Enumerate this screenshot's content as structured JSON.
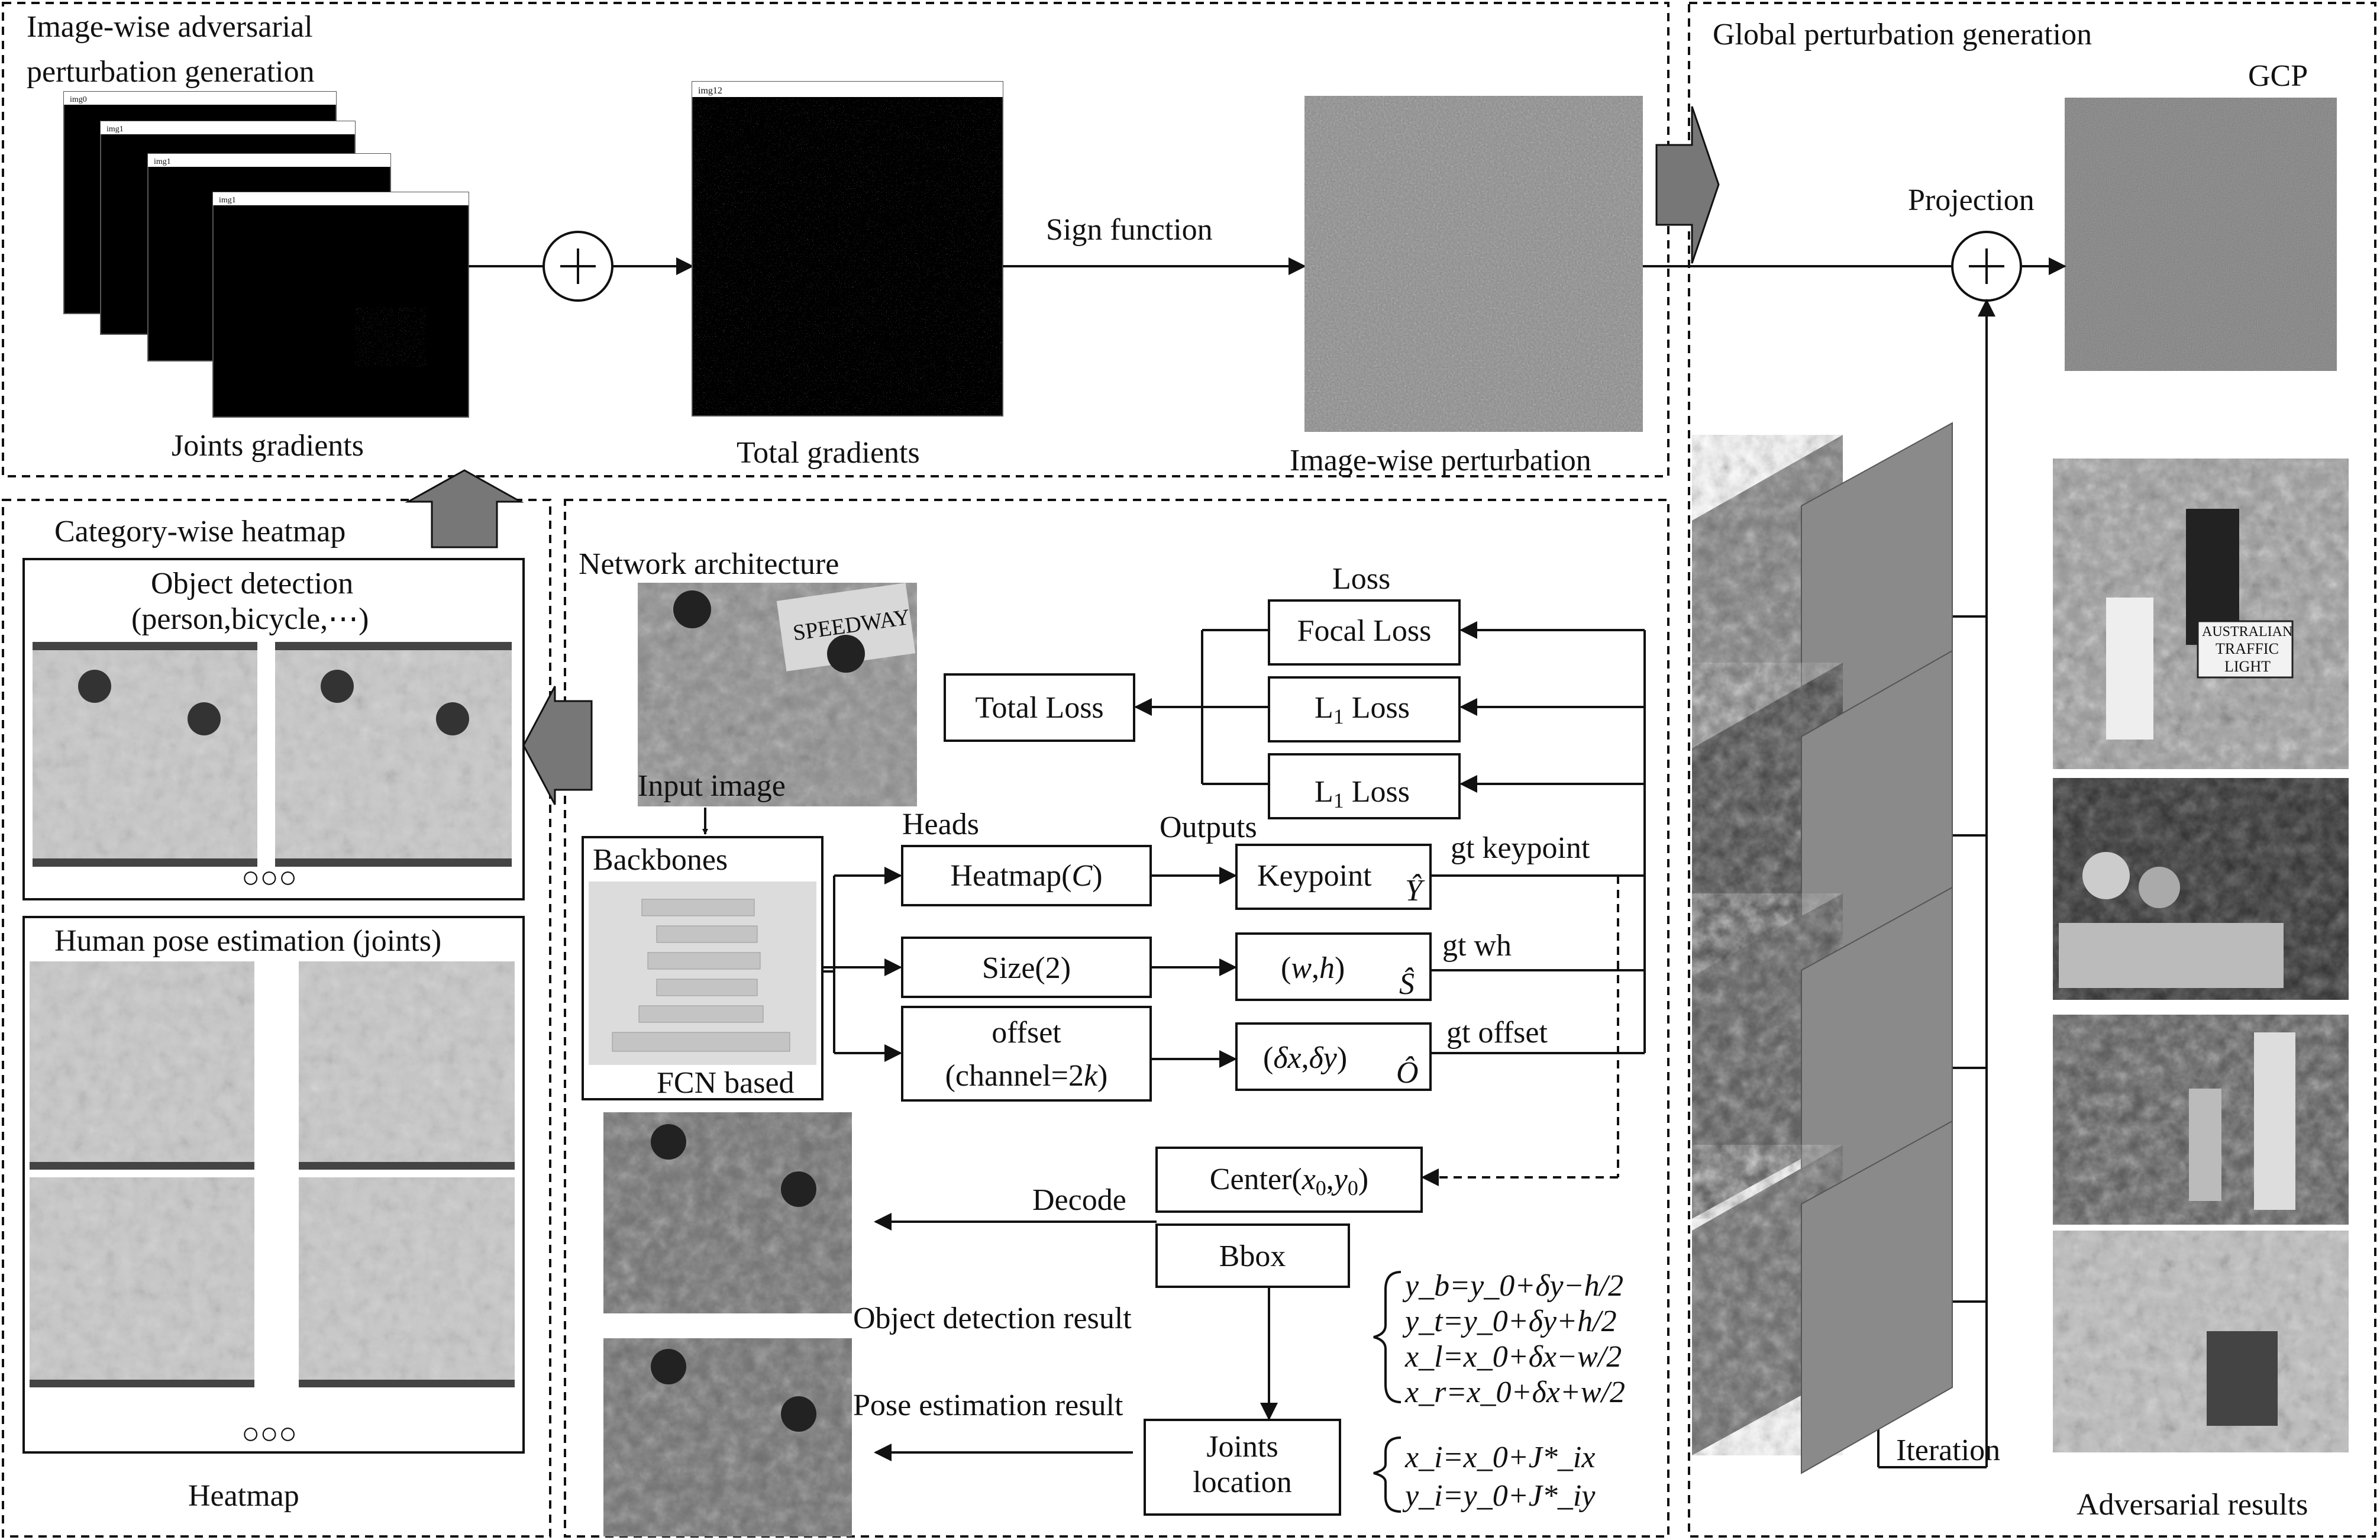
{
  "panel_image_wise": {
    "title_line1": "Image-wise adversarial",
    "title_line2": "perturbation generation",
    "joints_gradients_label": "Joints gradients",
    "total_gradients_label": "Total gradients",
    "sign_function_label": "Sign function",
    "image_wise_perturbation_label": "Image-wise perturbation",
    "window_titles": [
      "img0",
      "img1",
      "img1",
      "img1",
      "img12"
    ]
  },
  "panel_global": {
    "title": "Global perturbation generation",
    "gcp_label": "GCP",
    "projection_label": "Projection",
    "iteration_label": "Iteration",
    "adversarial_results_label": "Adversarial results",
    "sign_text_1": "AUSTRALIAN",
    "sign_text_2": "TRAFFIC",
    "sign_text_3": "LIGHT"
  },
  "panel_heatmap": {
    "title": "Category-wise heatmap",
    "object_detection_title": "Object detection",
    "object_detection_subtitle": "(person,bicycle,⋯)",
    "human_pose_title": "Human pose estimation (joints)",
    "ellipsis_1": "○○○",
    "ellipsis_2": "○○○",
    "heatmap_label": "Heatmap"
  },
  "panel_network": {
    "title": "Network architecture",
    "input_image_label": "Input image",
    "loss_label": "Loss",
    "focal_loss": "Focal Loss",
    "l1_loss_a_pre": "L",
    "l1_loss_a_sub": "1",
    "l1_loss_a_post": " Loss",
    "l1_loss_b_pre": "L",
    "l1_loss_b_sub": "1",
    "l1_loss_b_post": " Loss",
    "total_loss": "Total Loss",
    "heads_label": "Heads",
    "outputs_label": "Outputs",
    "backbones_label": "Backbones",
    "fcn_label": "FCN based",
    "heatmap_head_pre": "Heatmap(",
    "heatmap_head_var": "C",
    "heatmap_head_post": ")",
    "size_head": "Size(2)",
    "offset_head_line1": "offset",
    "offset_head_line2_pre": "(channel=2",
    "offset_head_line2_var": "k",
    "offset_head_line2_post": ")",
    "keypoint_output": "Keypoint",
    "keypoint_symbol": "Ŷ",
    "wh_output_open": "(",
    "wh_output_w": "w",
    "wh_output_comma": ",",
    "wh_output_h": "h",
    "wh_output_close": ")",
    "wh_symbol": "Ŝ",
    "offset_output_open": "(",
    "offset_output_dx": "δx",
    "offset_output_comma": ",",
    "offset_output_dy": "δy",
    "offset_output_close": ")",
    "offset_symbol": "Ô",
    "gt_keypoint": "gt keypoint",
    "gt_wh": "gt wh",
    "gt_offset": "gt offset",
    "center_pre": "Center(",
    "center_x": "x",
    "center_x_sub": "0",
    "center_comma": ",",
    "center_y": "y",
    "center_y_sub": "0",
    "center_post": ")",
    "decode_label": "Decode",
    "bbox_label": "Bbox",
    "object_detection_result": "Object detection result",
    "pose_estimation_result": "Pose estimation result",
    "joints_location_line1": "Joints",
    "joints_location_line2": "location",
    "bbox_eq_1": "y_b=y_0+δy−h/2",
    "bbox_eq_2": "y_t=y_0+δy+h/2",
    "bbox_eq_3": "x_l=x_0+δx−w/2",
    "bbox_eq_4": "x_r=x_0+δx+w/2",
    "joint_eq_1": "x_i=x_0+J*_ix",
    "joint_eq_2": "y_i=y_0+J*_iy",
    "banner_text": "SPEEDWAY"
  }
}
